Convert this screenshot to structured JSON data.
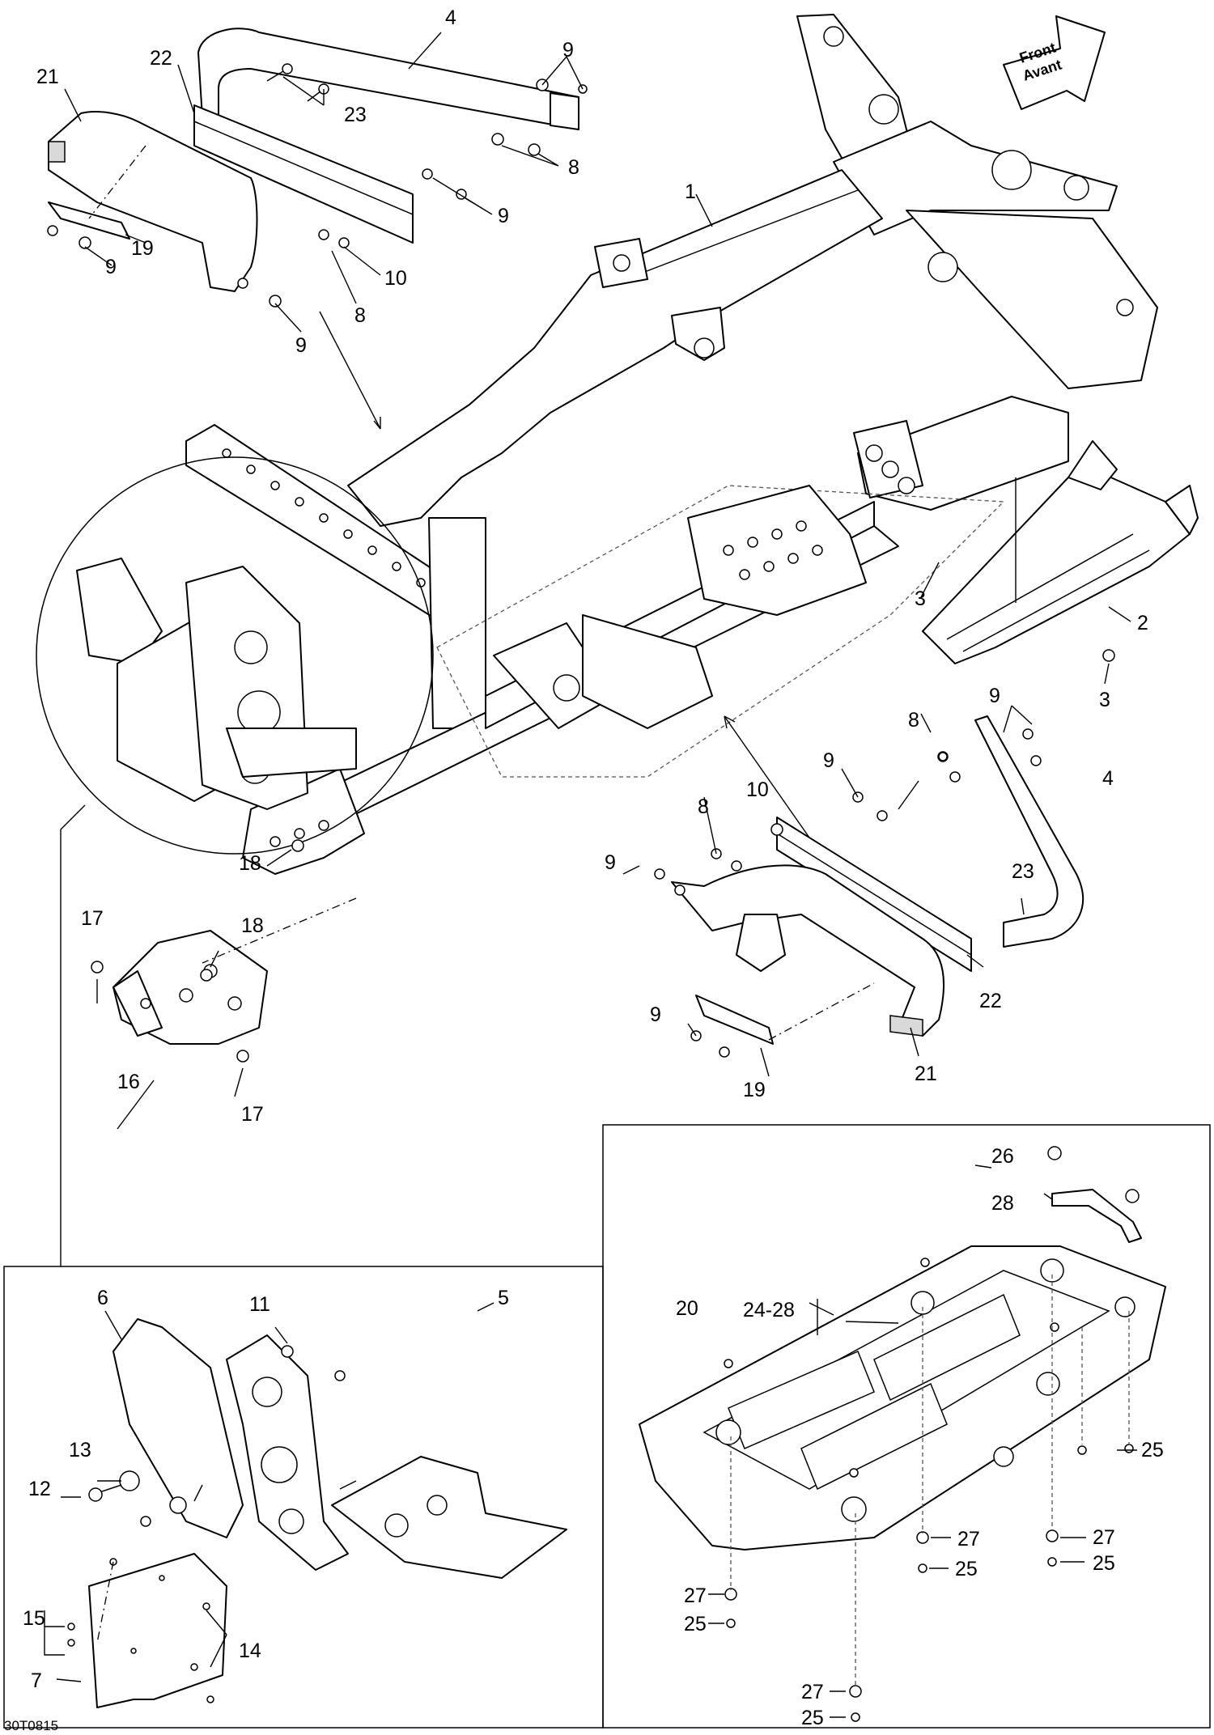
{
  "diagram_code": "30T0815",
  "direction_arrow": {
    "line1": "Front",
    "line2": "Avant"
  },
  "callouts": {
    "c1": "1",
    "c2": "2",
    "c3a": "3",
    "c3b": "3",
    "c4a": "4",
    "c4b": "4",
    "c5": "5",
    "c6": "6",
    "c7": "7",
    "c8a": "8",
    "c8b": "8",
    "c8c": "8",
    "c8d": "8",
    "c9a": "9",
    "c9b": "9",
    "c9c": "9",
    "c9d": "9",
    "c9e": "9",
    "c9f": "9",
    "c9g": "9",
    "c9h": "9",
    "c10a": "10",
    "c10b": "10",
    "c11": "11",
    "c12": "12",
    "c13": "13",
    "c14": "14",
    "c15": "15",
    "c16": "16",
    "c17a": "17",
    "c17b": "17",
    "c18a": "18",
    "c18b": "18",
    "c19a": "19",
    "c19b": "19",
    "c20": "20",
    "c21a": "21",
    "c21b": "21",
    "c22a": "22",
    "c22b": "22",
    "c23a": "23",
    "c23b": "23",
    "c24_28": "24-28",
    "c25a": "25",
    "c25b": "25",
    "c25c": "25",
    "c25d": "25",
    "c25e": "25",
    "c26": "26",
    "c27a": "27",
    "c27b": "27",
    "c27c": "27",
    "c27d": "27",
    "c28": "28"
  }
}
